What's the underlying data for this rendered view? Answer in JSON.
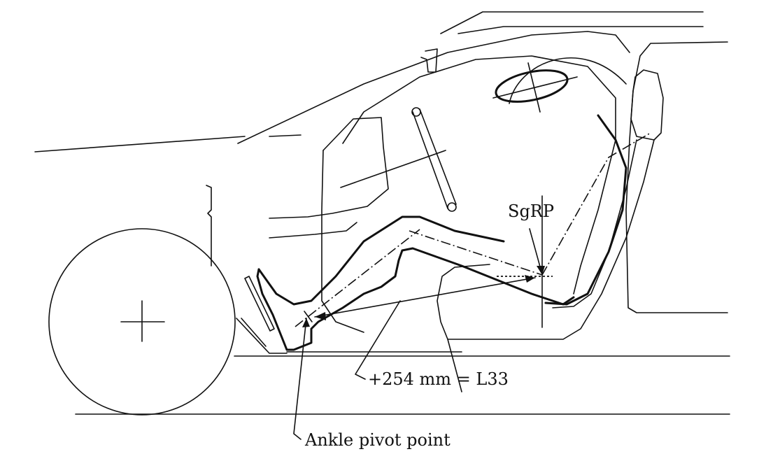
{
  "labels": {
    "sgrp": "SgRP",
    "l33": "+254 mm = L33",
    "ankle": "Ankle pivot point"
  }
}
